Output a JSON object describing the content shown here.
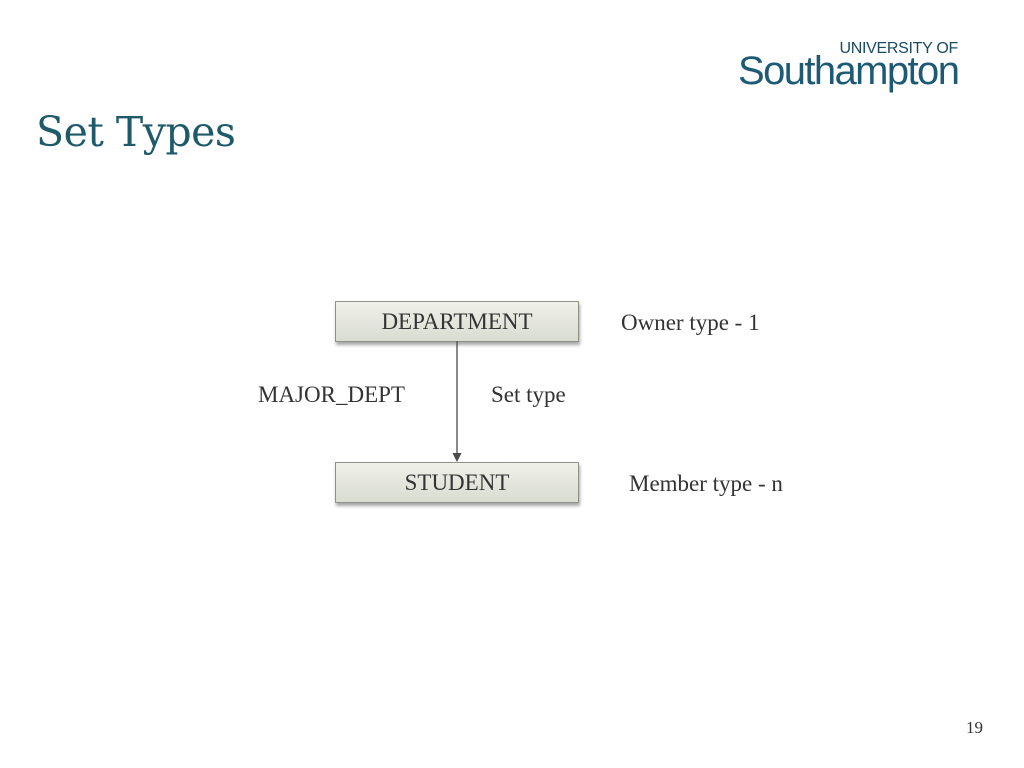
{
  "header": {
    "logo_small": "UNIVERSITY OF",
    "logo_large": "Southampton"
  },
  "slide": {
    "title": "Set Types",
    "page_number": "19"
  },
  "diagram": {
    "owner_box": "DEPARTMENT",
    "member_box": "STUDENT",
    "owner_label": "Owner type - 1",
    "member_label": "Member type - n",
    "set_name": "MAJOR_DEPT",
    "set_label": "Set type"
  }
}
